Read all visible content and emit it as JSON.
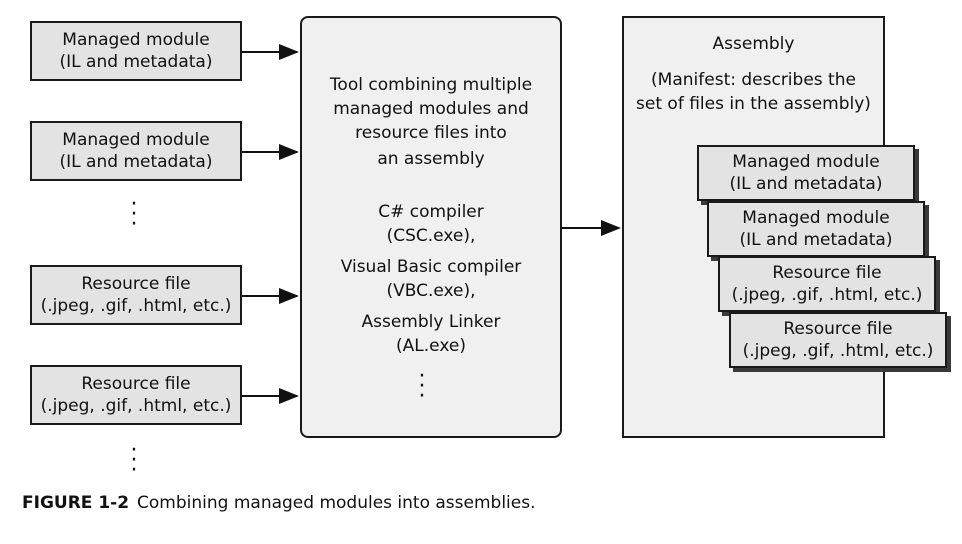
{
  "inputs": [
    {
      "line1": "Managed module",
      "line2": "(IL and metadata)"
    },
    {
      "line1": "Managed module",
      "line2": "(IL and metadata)"
    },
    {
      "line1": "Resource file",
      "line2": "(.jpeg, .gif, .html, etc.)"
    },
    {
      "line1": "Resource file",
      "line2": "(.jpeg, .gif, .html, etc.)"
    }
  ],
  "tool": {
    "description": [
      "Tool combining multiple",
      "managed modules and",
      "resource files into",
      "an assembly"
    ],
    "compilers": [
      "C# compiler",
      "(CSC.exe),",
      "Visual Basic compiler",
      "(VBC.exe),",
      "Assembly Linker",
      "(AL.exe)"
    ]
  },
  "assembly": {
    "title": "Assembly",
    "manifest": [
      "(Manifest: describes the",
      "set of files in the assembly)"
    ],
    "files": [
      {
        "line1": "Managed module",
        "line2": "(IL and metadata)"
      },
      {
        "line1": "Managed module",
        "line2": "(IL and metadata)"
      },
      {
        "line1": "Resource file",
        "line2": "(.jpeg, .gif, .html, etc.)"
      },
      {
        "line1": "Resource file",
        "line2": "(.jpeg, .gif, .html, etc.)"
      }
    ]
  },
  "caption": {
    "label": "FIGURE 1-2",
    "text": "Combining managed modules into assemblies."
  }
}
